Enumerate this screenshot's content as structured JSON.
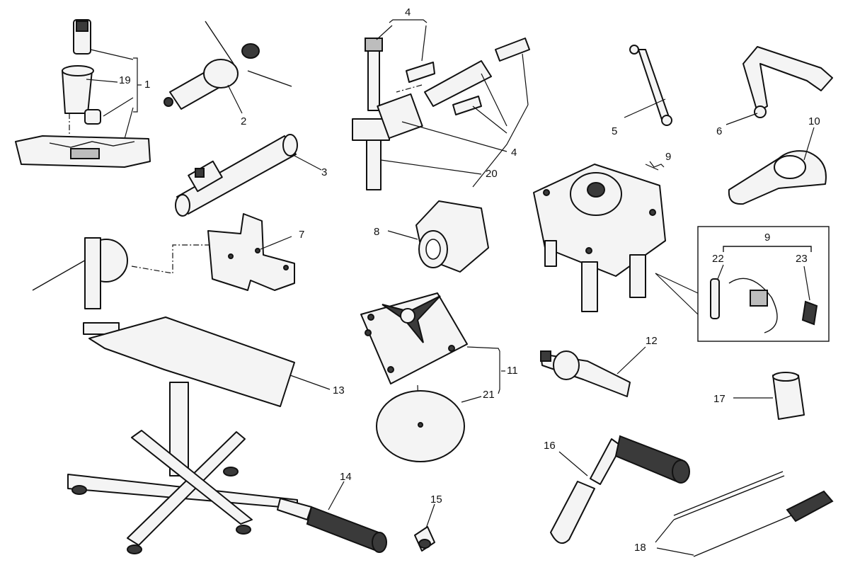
{
  "callouts": {
    "c1": "1",
    "c2": "2",
    "c3": "3",
    "c4a": "4",
    "c4b": "4",
    "c5": "5",
    "c6": "6",
    "c7": "7",
    "c8": "8",
    "c9a": "9",
    "c9b": "9",
    "c10": "10",
    "c11": "11",
    "c12": "12",
    "c13": "13",
    "c14": "14",
    "c15": "15",
    "c16": "16",
    "c17": "17",
    "c18": "18",
    "c19": "19",
    "c20": "20",
    "c21": "21",
    "c22": "22",
    "c23": "23"
  },
  "colors": {
    "line": "#111111",
    "fill": "#f4f4f4",
    "shade": "#3a3a3a"
  }
}
